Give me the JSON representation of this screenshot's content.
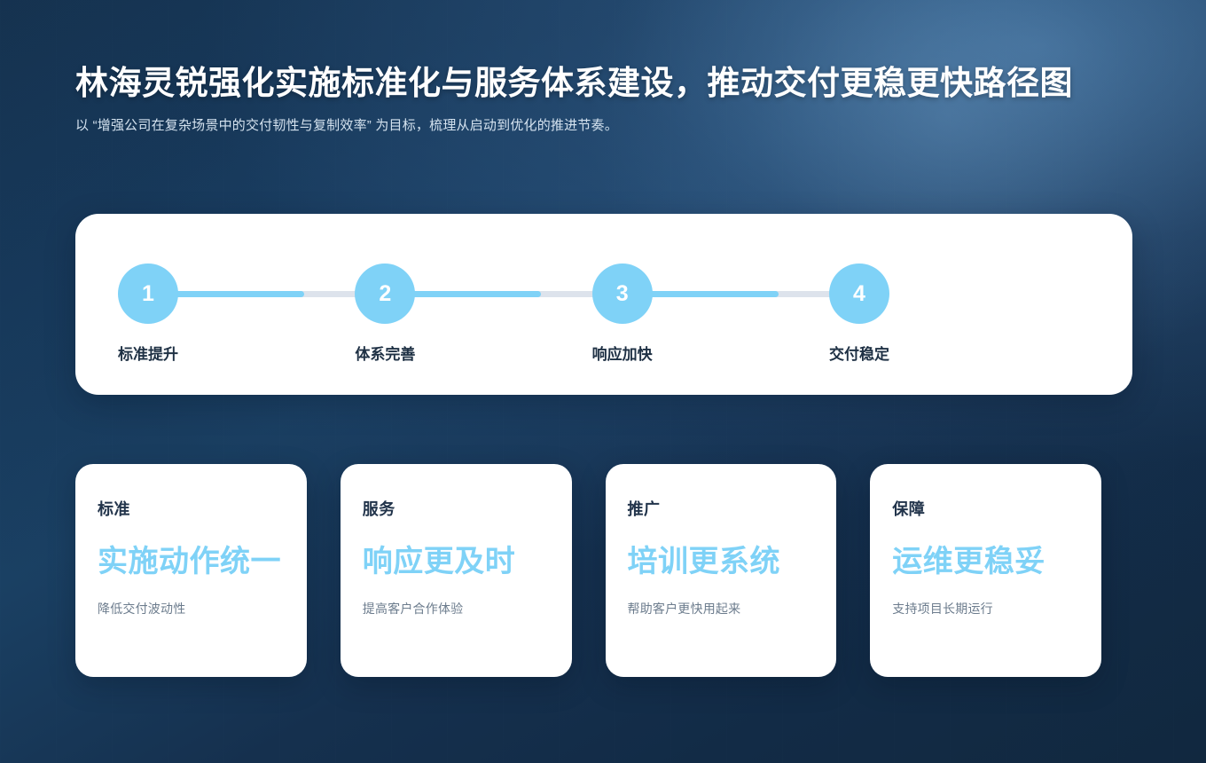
{
  "header": {
    "title": "林海灵锐强化实施标准化与服务体系建设，推动交付更稳更快路径图",
    "subtitle": "以 “增强公司在复杂场景中的交付韧性与复制效率” 为目标，梳理从启动到优化的推进节奏。"
  },
  "timeline": {
    "steps": [
      {
        "number": "1",
        "label": "标准提升"
      },
      {
        "number": "2",
        "label": "体系完善"
      },
      {
        "number": "3",
        "label": "响应加快"
      },
      {
        "number": "4",
        "label": "交付稳定"
      }
    ],
    "connector_fill_percent": [
      70,
      70,
      70
    ]
  },
  "cards": [
    {
      "kicker": "标准",
      "headline": "实施动作统一",
      "note": "降低交付波动性"
    },
    {
      "kicker": "服务",
      "headline": "响应更及时",
      "note": "提高客户合作体验"
    },
    {
      "kicker": "推广",
      "headline": "培训更系统",
      "note": "帮助客户更快用起来"
    },
    {
      "kicker": "保障",
      "headline": "运维更稳妥",
      "note": "支持项目长期运行"
    }
  ],
  "colors": {
    "accent": "#7fd2f7",
    "track": "#dde3ec",
    "panel": "#ffffff",
    "ink": "#1e3044",
    "muted": "#6c7c8d",
    "background": "#15324f"
  }
}
